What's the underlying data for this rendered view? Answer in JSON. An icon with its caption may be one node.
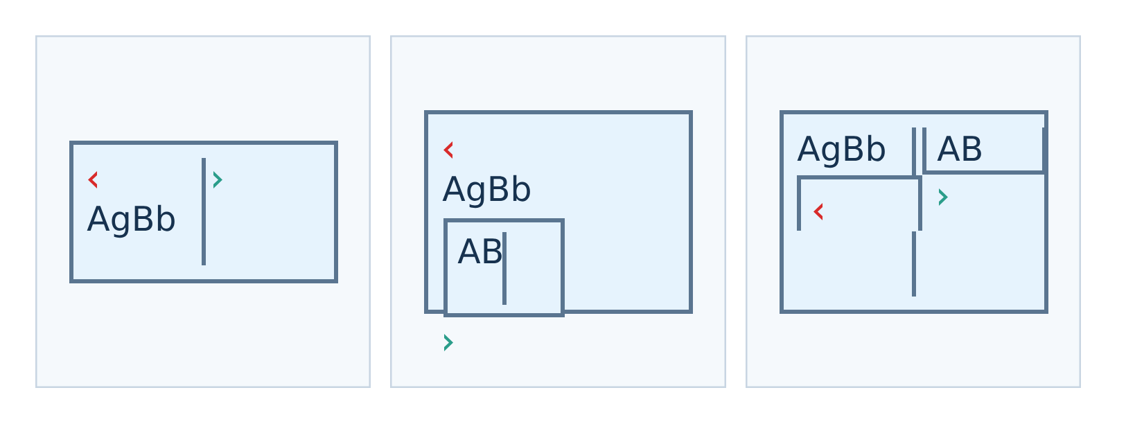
{
  "diagram": {
    "nodes": [
      {
        "text": [],
        "shape": "box"
      },
      {
        "text": [
          "AgBb"
        ],
        "in": 0
      },
      {
        "text": [],
        "shape": "box"
      },
      {
        "text": [
          "AgBb"
        ],
        "in": 2
      },
      {
        "text": [
          "AB"
        ],
        "in": 3
      },
      {
        "text": [],
        "shape": "box"
      },
      {
        "text": [
          "AgBb"
        ],
        "in": 5
      },
      {
        "text": [
          "AB"
        ],
        "in": 6
      },
      {
        "text": [],
        "shape": "box",
        "in": 6
      }
    ]
  }
}
